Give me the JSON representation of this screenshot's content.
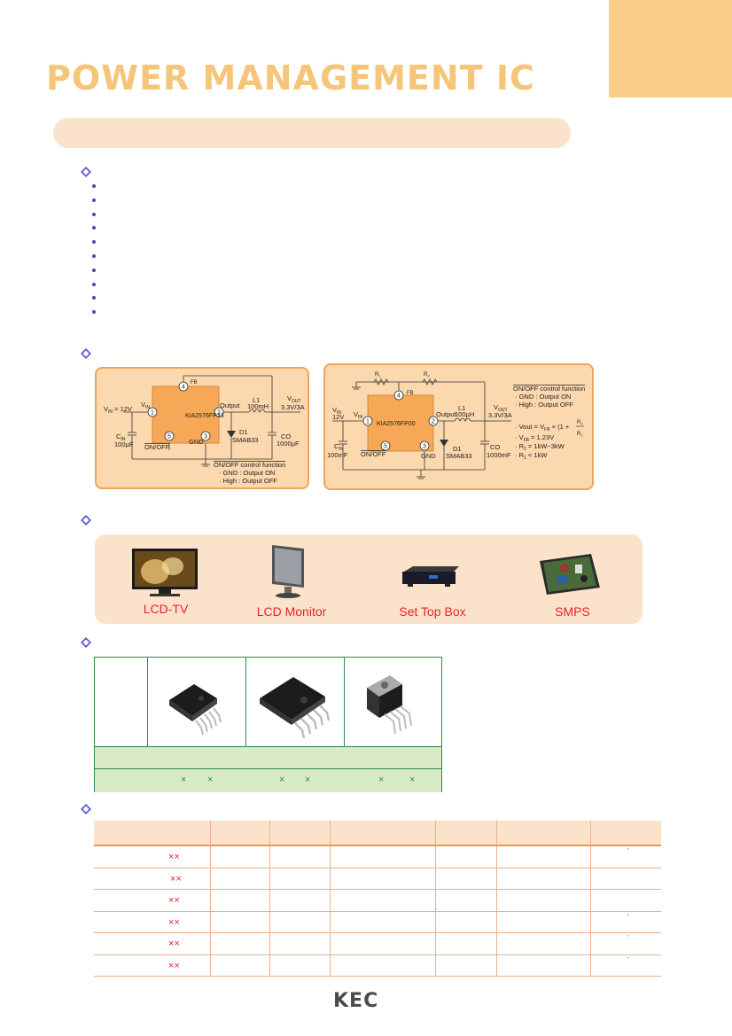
{
  "header": {
    "title": "POWER MANAGEMENT IC"
  },
  "circuit1": {
    "chip": "KIA2576FP33",
    "vin": "V",
    "vin_sub": "IN",
    "vin_value": " = 12V",
    "pin_vin": "V",
    "pin_vin_sub": "IN",
    "fb": "FB",
    "output": "Output",
    "l1": "L1",
    "l1_value": "100mH",
    "vout": "V",
    "vout_sub": "OUT",
    "vout_value": "3.3V/3A",
    "cin": "C",
    "cin_sub": "IN",
    "cin_value": "100µF",
    "onoff": "ON/OFF",
    "gnd": "GND",
    "d1": "D1",
    "d1_part": "SMAB33",
    "co": "CO",
    "co_value": "1000µF",
    "control_title": "ON/OFF control function",
    "control_gnd": "· GND : Output ON",
    "control_high": "· High : Output OFF",
    "pins": [
      "1",
      "2",
      "3",
      "4",
      "5"
    ]
  },
  "circuit2": {
    "chip": "KIA2576FP00",
    "vin": "V",
    "vin_sub": "IN",
    "vin_value": "12V",
    "pin_vin": "V",
    "pin_vin_sub": "IN",
    "r1": "R",
    "r1_sub": "1",
    "r2": "R",
    "r2_sub": "2",
    "fb": "FB",
    "output": "Output",
    "l1": "L1",
    "l1_value": "100µH",
    "vout": "V",
    "vout_sub": "OUT",
    "vout_value": "3.3V/3A",
    "cin": "C",
    "cin_sub": "IN",
    "cin_value": "100mF",
    "onoff": "ON/OFF",
    "gnd": "GND",
    "d1": "D1",
    "d1_part": "SMAB33",
    "co": "CO",
    "co_value": "1000mF",
    "control_title": "ON/OFF control function",
    "control_gnd": "· GND : Output ON",
    "control_high": "· High : Output OFF",
    "formula_vout": "· Vout = V",
    "formula_vout_sub": "FB",
    "formula_vout_tail": " × (1 +",
    "formula_r2": "R",
    "formula_r2_sub": "2",
    "formula_r1": "R",
    "formula_r1_sub": "1",
    "formula_vfb": "· V",
    "formula_vfb_sub": "FB",
    "formula_vfb_tail": " = 1.23V",
    "formula_r2_range": "· R",
    "formula_r2_range_sub": "2",
    "formula_r2_range_tail": " = 1kW~3kW",
    "formula_r1_range": "· R",
    "formula_r1_range_sub": "1",
    "formula_r1_range_tail": " < 1kW",
    "pins": [
      "1",
      "2",
      "3",
      "4",
      "5"
    ]
  },
  "applications": [
    {
      "label": "LCD-TV"
    },
    {
      "label": "LCD Monitor"
    },
    {
      "label": "Set Top Box"
    },
    {
      "label": "SMPS"
    }
  ],
  "package_table": {
    "x_mark": "×"
  },
  "spec_table": {
    "row_marks": [
      "××",
      "××",
      "××",
      "××",
      "××",
      "××"
    ],
    "tick": "'"
  },
  "footer": {
    "logo": "KEC"
  },
  "colors": {
    "accent_orange": "#f5c57a",
    "tab": "#f7cd88",
    "panel": "#fbd8ae",
    "green": "#2e8b4a",
    "red": "#e8222a"
  }
}
